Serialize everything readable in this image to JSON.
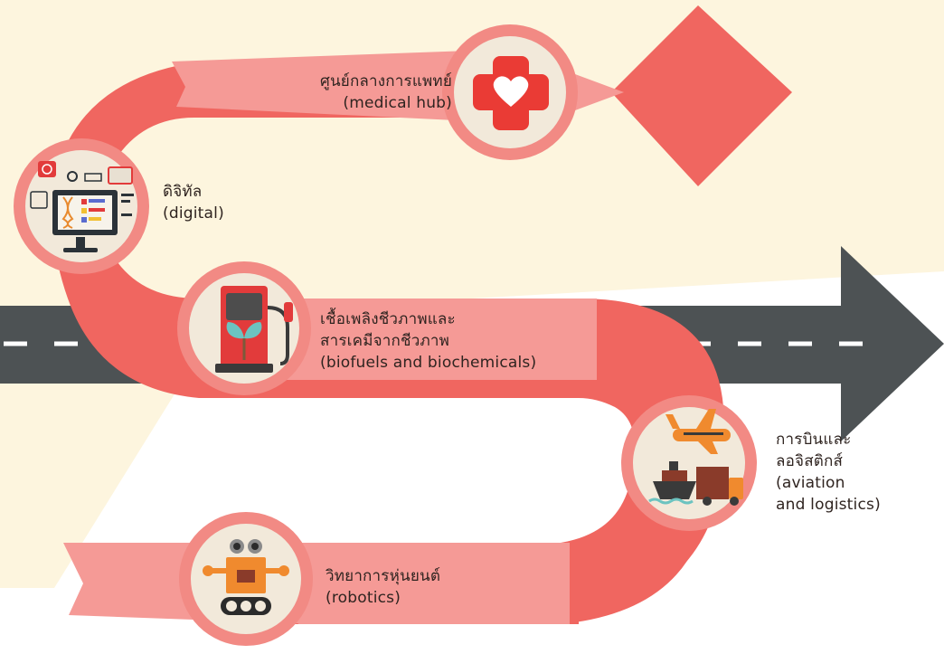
{
  "colors": {
    "background_top": "#fdf5de",
    "road": "#4d5254",
    "road_dash": "#ffffff",
    "ribbon_dark": "#f06660",
    "ribbon_light": "#f59a96",
    "circle_ring": "#f28a84",
    "circle_fill": "#f2e9da",
    "label_text": "#2f2420"
  },
  "items": [
    {
      "key": "medical",
      "label_th": "ศูนย์กลางการแพทย์",
      "label_en": "(medical hub)",
      "icon": "medical-cross-heart-icon"
    },
    {
      "key": "digital",
      "label_th": "ดิจิทัล",
      "label_en": "(digital)",
      "icon": "computer-monitor-icon"
    },
    {
      "key": "biofuels",
      "label_th_1": "เชื้อเพลิงชีวภาพและ",
      "label_th_2": "สารเคมีจากชีวภาพ",
      "label_en": "(biofuels and biochemicals)",
      "icon": "fuel-pump-plant-icon"
    },
    {
      "key": "aviation",
      "label_th_1": "การบินและ",
      "label_th_2": "ลอจิสติกส์",
      "label_en_1": "(aviation",
      "label_en_2": "and logistics)",
      "icon": "plane-ship-truck-icon"
    },
    {
      "key": "robotics",
      "label_th": "วิทยาการหุ่นยนต์",
      "label_en": "(robotics)",
      "icon": "robot-icon"
    }
  ]
}
